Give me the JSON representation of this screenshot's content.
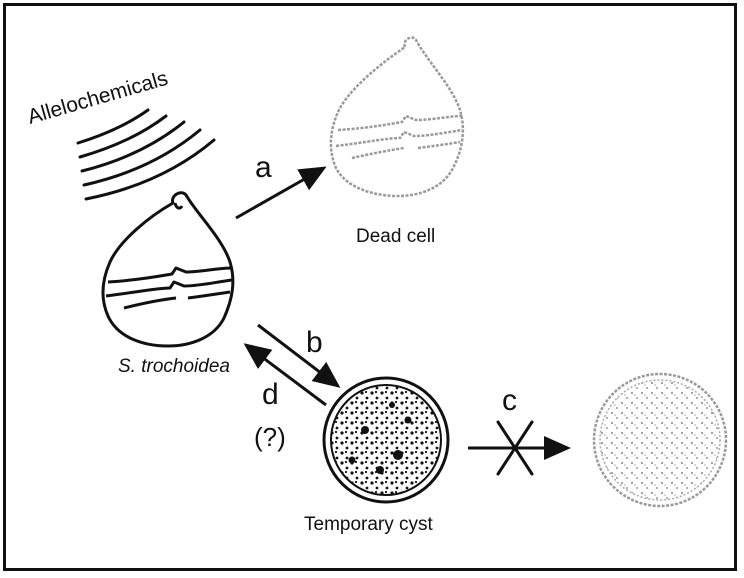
{
  "labels": {
    "allelochemicals": "Allelochemicals",
    "dead_cell": "Dead cell",
    "species": "S. trochoidea",
    "temporary_cyst": "Temporary cyst",
    "pathway_a": "a",
    "pathway_b": "b",
    "pathway_c": "c",
    "pathway_d": "d",
    "uncertain": "(?)"
  },
  "colors": {
    "ink": "#111111",
    "faded": "#9a9a9a",
    "background": "#ffffff"
  }
}
